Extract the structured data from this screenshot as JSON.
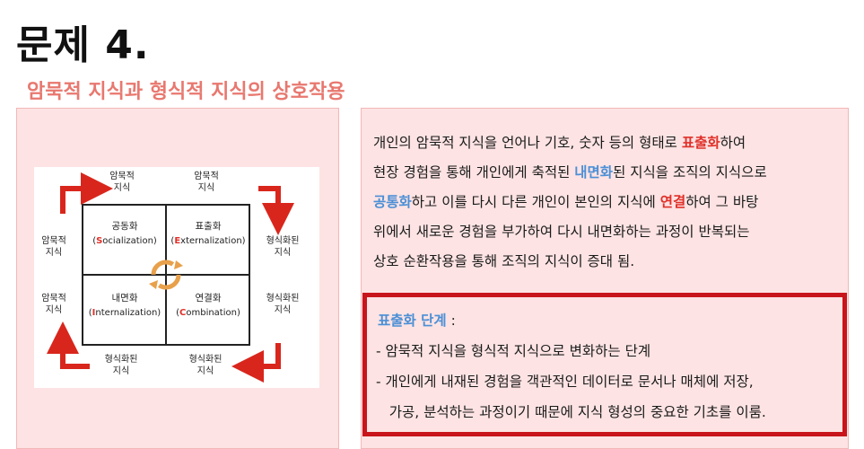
{
  "title": "문제 4.",
  "subtitle": "암묵적 지식과 형식적 지식의 상호작용",
  "diagram": {
    "labels": {
      "top_left": [
        "암묵적",
        "지식"
      ],
      "top_right": [
        "암묵적",
        "지식"
      ],
      "left_top": [
        "암묵적",
        "지식"
      ],
      "left_bottom": [
        "암묵적",
        "지식"
      ],
      "right_top": [
        "형식화된",
        "지식"
      ],
      "right_bottom": [
        "형식화된",
        "지식"
      ],
      "bottom_left": [
        "형식화된",
        "지식"
      ],
      "bottom_right": [
        "형식화된",
        "지식"
      ]
    },
    "quadrants": [
      {
        "ko": "공동화",
        "paren_open": "(",
        "cap": "S",
        "rest": "ocialization)"
      },
      {
        "ko": "표출화",
        "paren_open": "(",
        "cap": "E",
        "rest": "xternalization)"
      },
      {
        "ko": "내면화",
        "paren_open": "(",
        "cap": "I",
        "rest": "nternalization)"
      },
      {
        "ko": "연결화",
        "paren_open": "(",
        "cap": "C",
        "rest": "ombination)"
      }
    ],
    "colors": {
      "arrow": "#d9261c",
      "cycle": "#e8a04a"
    }
  },
  "paragraph": [
    [
      {
        "t": "개인의 암묵적 지식을 언어나 기호, 숫자 등의 형태로 "
      },
      {
        "t": "표출화",
        "c": "red"
      },
      {
        "t": "하여"
      }
    ],
    [
      {
        "t": "현장 경험을 통해 개인에게 축적된 "
      },
      {
        "t": "내면화",
        "c": "blue"
      },
      {
        "t": "된 지식을 조직의 지식으로"
      }
    ],
    [
      {
        "t": "공통화",
        "c": "blue"
      },
      {
        "t": "하고 이를 다시 다른 개인이 본인의 지식에 "
      },
      {
        "t": "연결",
        "c": "red"
      },
      {
        "t": "하여 그 바탕"
      }
    ],
    [
      {
        "t": "위에서 새로운 경험을 부가하여 다시 내면화하는 과정이 반복되는"
      }
    ],
    [
      {
        "t": "상호 순환작용을 통해 조직의 지식이 증대 됨."
      }
    ]
  ],
  "stage_box": {
    "heading": "표출화 단계",
    "heading_suffix": " :",
    "lines": [
      "- 암묵적 지식을 형식적 지식으로 변화하는 단계",
      "- 개인에게 내재된 경험을 객관적인 데이터로 문서나 매체에 저장,",
      "   가공, 분석하는 과정이기 때문에 지식 형성의 중요한 기초를 이룸."
    ]
  }
}
